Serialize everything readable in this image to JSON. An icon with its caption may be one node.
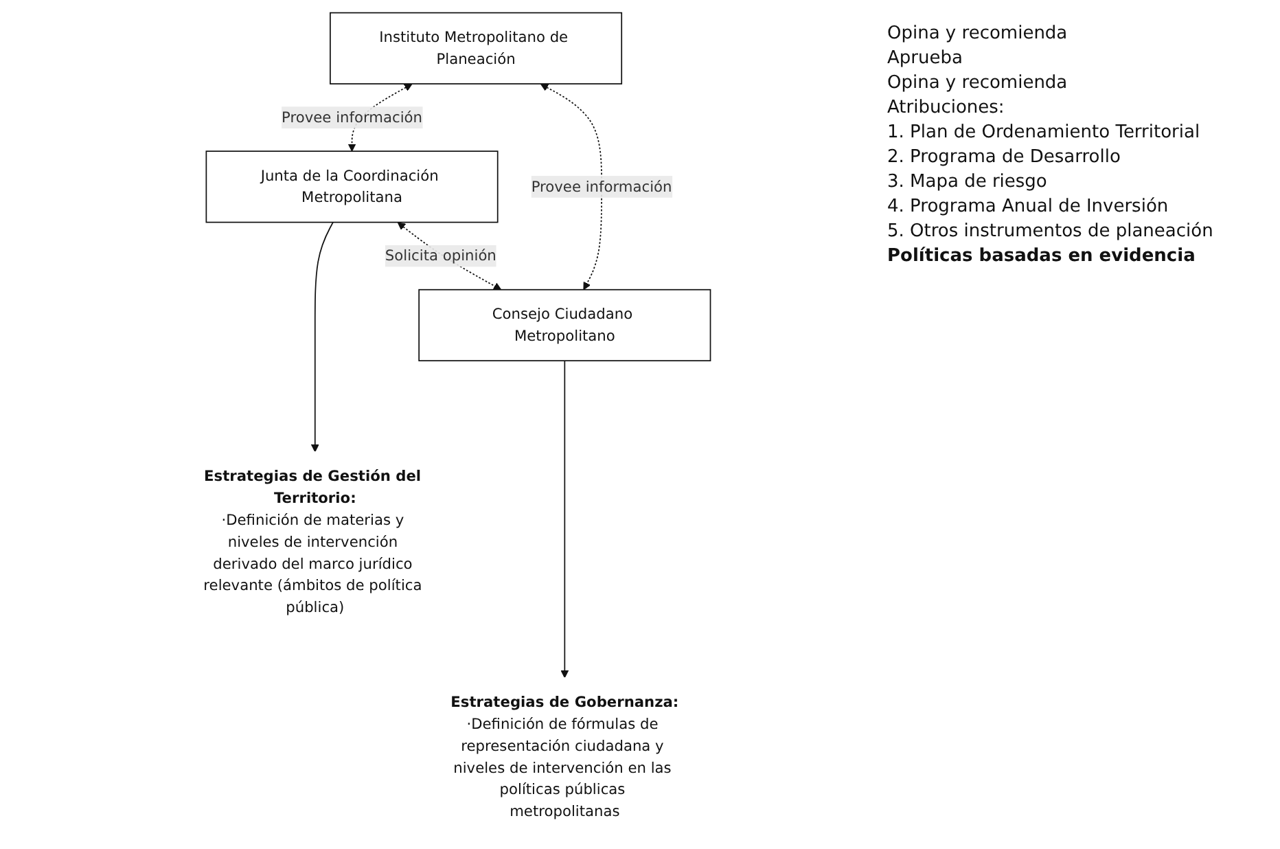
{
  "diagram": {
    "nodes": [
      {
        "text": [
          "Junta de la Coordinación Metropolitana"
        ]
      },
      {
        "text": [
          "Consejo Ciudadano Metropolitano"
        ]
      },
      {
        "text": [
          "Instituto Metropolitano de Planeación"
        ]
      },
      {
        "text": [
          "Estrategias de Gestión del Territorio:",
          "·Definición de materias y niveles de intervención derivado del marco jurídico relevante (ámbitos de política pública)"
        ]
      },
      {
        "text": [
          "Estrategias de Gobernanza:",
          "·Definición de fórmulas de representación ciudadana y niveles de intervención en las políticas públicas metropolitanas"
        ]
      }
    ],
    "edges": [
      {
        "from": 0,
        "to": 1,
        "arrow": "both",
        "style": "dashed",
        "label": "Solicita opinión"
      },
      {
        "from": 2,
        "to": 0,
        "arrow": "both",
        "style": "dashed",
        "label": "Provee información"
      },
      {
        "from": 2,
        "to": 1,
        "arrow": "both",
        "style": "dashed",
        "label": "Provee información"
      },
      {
        "from": 0,
        "to": 3,
        "arrow": "to"
      },
      {
        "from": 1,
        "to": 4,
        "arrow": "to"
      }
    ],
    "labels": [
      "Opina y recomienda",
      "Aprueba",
      "Opina y recomienda",
      "Atribuciones:",
      "1. Plan de Ordenamiento Territorial",
      "2. Programa de Desarrollo",
      "3. Mapa de riesgo",
      "4. Programa Anual de Inversión",
      "5. Otros instrumentos de planeación",
      "Políticas basadas en evidencia"
    ]
  }
}
